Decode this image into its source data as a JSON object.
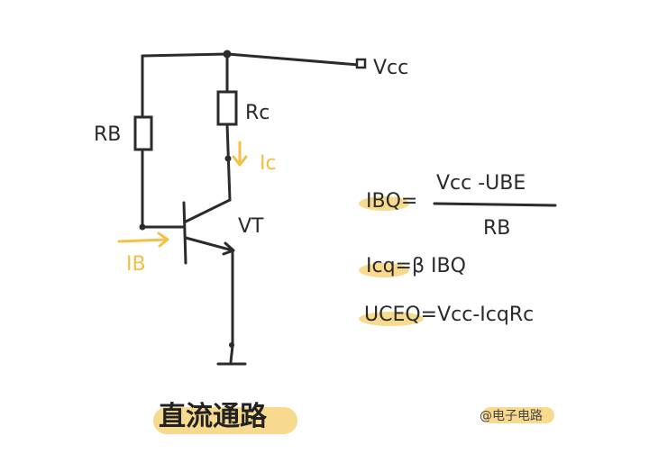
{
  "labels": {
    "vcc": "Vcc",
    "rb": "RB",
    "rc": "Rc",
    "ic": "Ic",
    "ib": "IB",
    "vt": "VT"
  },
  "formulas": {
    "ibq_lhs": "IBQ=",
    "ibq_num": "Vcc -UBE",
    "ibq_den": "RB",
    "icq": "Icq=β IBQ",
    "uceq": "UCEQ=Vcc-IcqRc"
  },
  "title": "直流通路",
  "watermark": "@电子电路",
  "colors": {
    "highlight": "#f6d47a",
    "current_arrow": "#f2c247",
    "wire": "#2b2b2b"
  }
}
